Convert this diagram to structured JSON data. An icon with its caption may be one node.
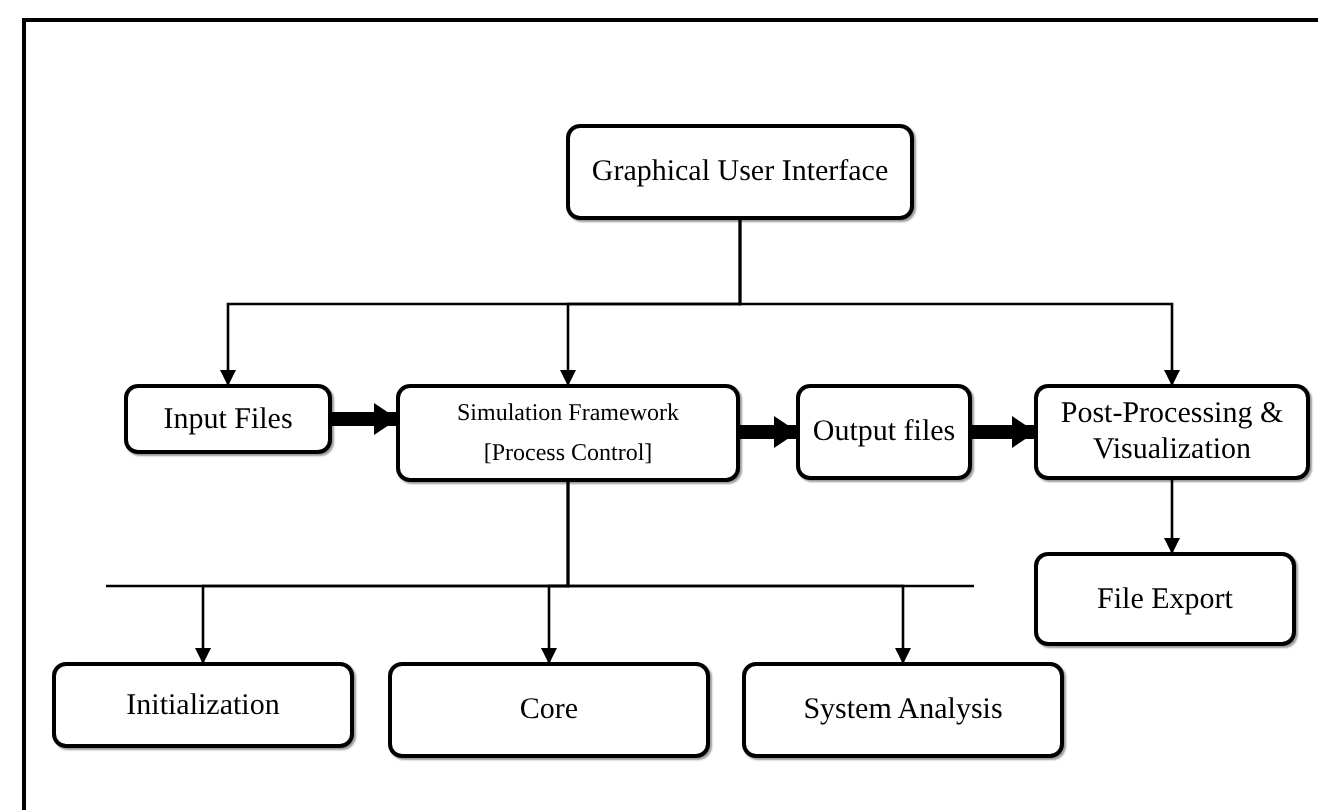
{
  "diagram": {
    "nodes": [
      {
        "text": [
          "Graphical User Interface"
        ]
      },
      {
        "text": [
          "Input Files"
        ]
      },
      {
        "text": [
          "Simulation Framework",
          "[Process Control]"
        ]
      },
      {
        "text": [
          "Output files"
        ]
      },
      {
        "text": [
          "Post-Processing & Visualization"
        ]
      },
      {
        "text": [
          "File Export"
        ]
      },
      {
        "text": [
          "Initialization"
        ]
      },
      {
        "text": [
          "Core"
        ]
      },
      {
        "text": [
          "System Analysis"
        ]
      }
    ],
    "edges": [
      {
        "from": 0,
        "to": 1,
        "arrow": "to"
      },
      {
        "from": 0,
        "to": 2,
        "arrow": "to"
      },
      {
        "from": 0,
        "to": 4,
        "arrow": "to"
      },
      {
        "from": 1,
        "to": 2,
        "arrow": "to",
        "style": "thick"
      },
      {
        "from": 2,
        "to": 3,
        "arrow": "to",
        "style": "thick"
      },
      {
        "from": 3,
        "to": 4,
        "arrow": "to",
        "style": "thick"
      },
      {
        "from": 4,
        "to": 5,
        "arrow": "to"
      },
      {
        "from": 2,
        "to": 6,
        "arrow": "to"
      },
      {
        "from": 2,
        "to": 7,
        "arrow": "to"
      },
      {
        "from": 2,
        "to": 8,
        "arrow": "to"
      }
    ]
  }
}
